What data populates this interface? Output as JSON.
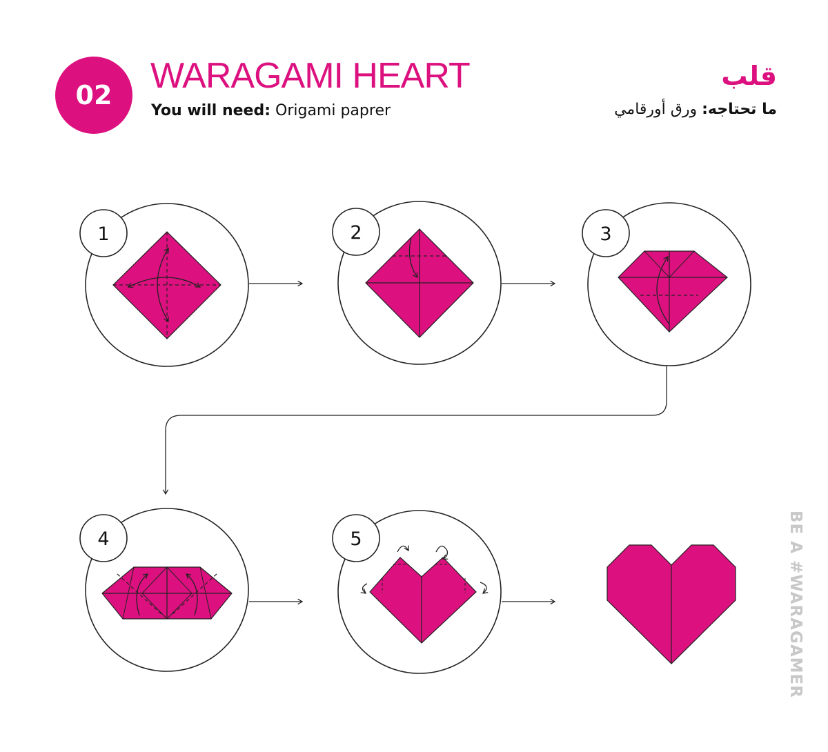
{
  "header": {
    "number": "02",
    "title": "WARAGAMI HEART",
    "need_label": "You will need:",
    "need_value": "Origami paprer",
    "title_ar": "قلب",
    "need_label_ar": "ما تحتاجه:",
    "need_value_ar": "ورق أورقامي"
  },
  "steps": [
    {
      "number": "1"
    },
    {
      "number": "2"
    },
    {
      "number": "3"
    },
    {
      "number": "4"
    },
    {
      "number": "5"
    }
  ],
  "side_text": "BE A #WARAGAMER",
  "colors": {
    "accent": "#dc117f",
    "line": "#222222",
    "side_text": "#c8c8c8"
  }
}
